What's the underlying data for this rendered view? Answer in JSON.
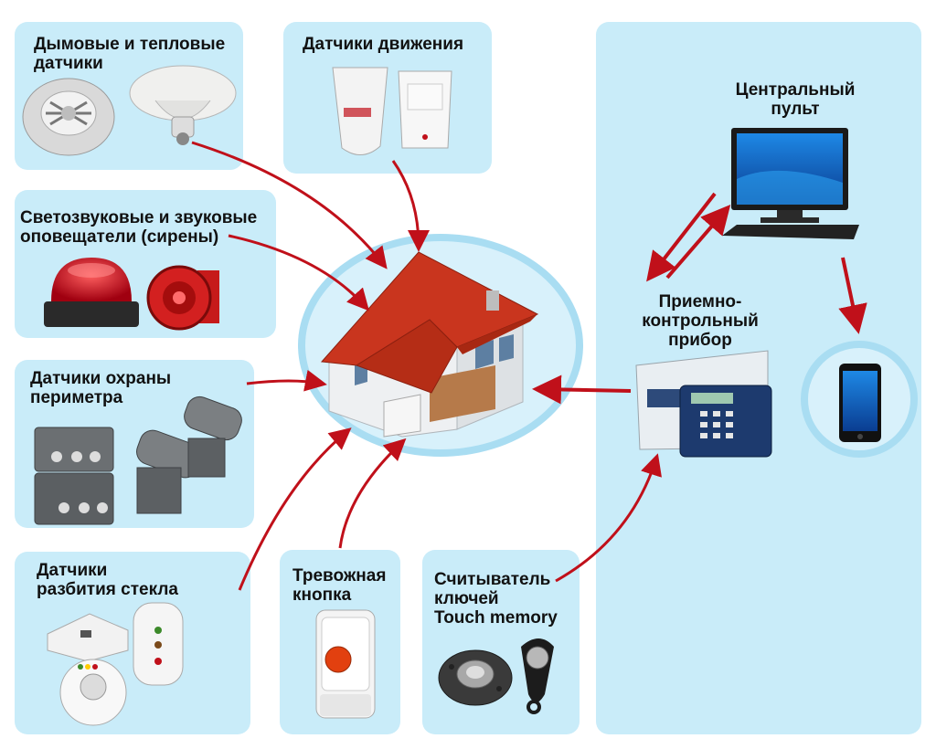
{
  "categories": {
    "smoke_heat": "Дымовые и тепловые\nдатчики",
    "motion": "Датчики движения",
    "sirens": "Светозвуковые и звуковые\nоповещатели (сирены)",
    "perimeter": "Датчики охраны\nпериметра",
    "glass_break": "Датчики\nразбития стекла",
    "panic_button": "Тревожная\nкнопка",
    "touch_memory": "Считыватель\nключей\nTouch memory"
  },
  "right_panel": {
    "central_console": "Центральный\nпульт",
    "control_panel": "Приемно-\nконтрольный\nприбор"
  },
  "colors": {
    "panel_bg": "#c9ecf9",
    "arrow": "#c0101a",
    "roof": "#c9351e"
  },
  "icons": [
    "smoke-detector-icon",
    "heat-detector-icon",
    "motion-sensor-icon",
    "strobe-siren-icon",
    "horn-siren-icon",
    "perimeter-sensor-icon",
    "glass-break-sensor-icon",
    "panic-button-icon",
    "touch-memory-reader-icon",
    "house-icon",
    "computer-icon",
    "control-panel-icon",
    "smartphone-icon"
  ]
}
